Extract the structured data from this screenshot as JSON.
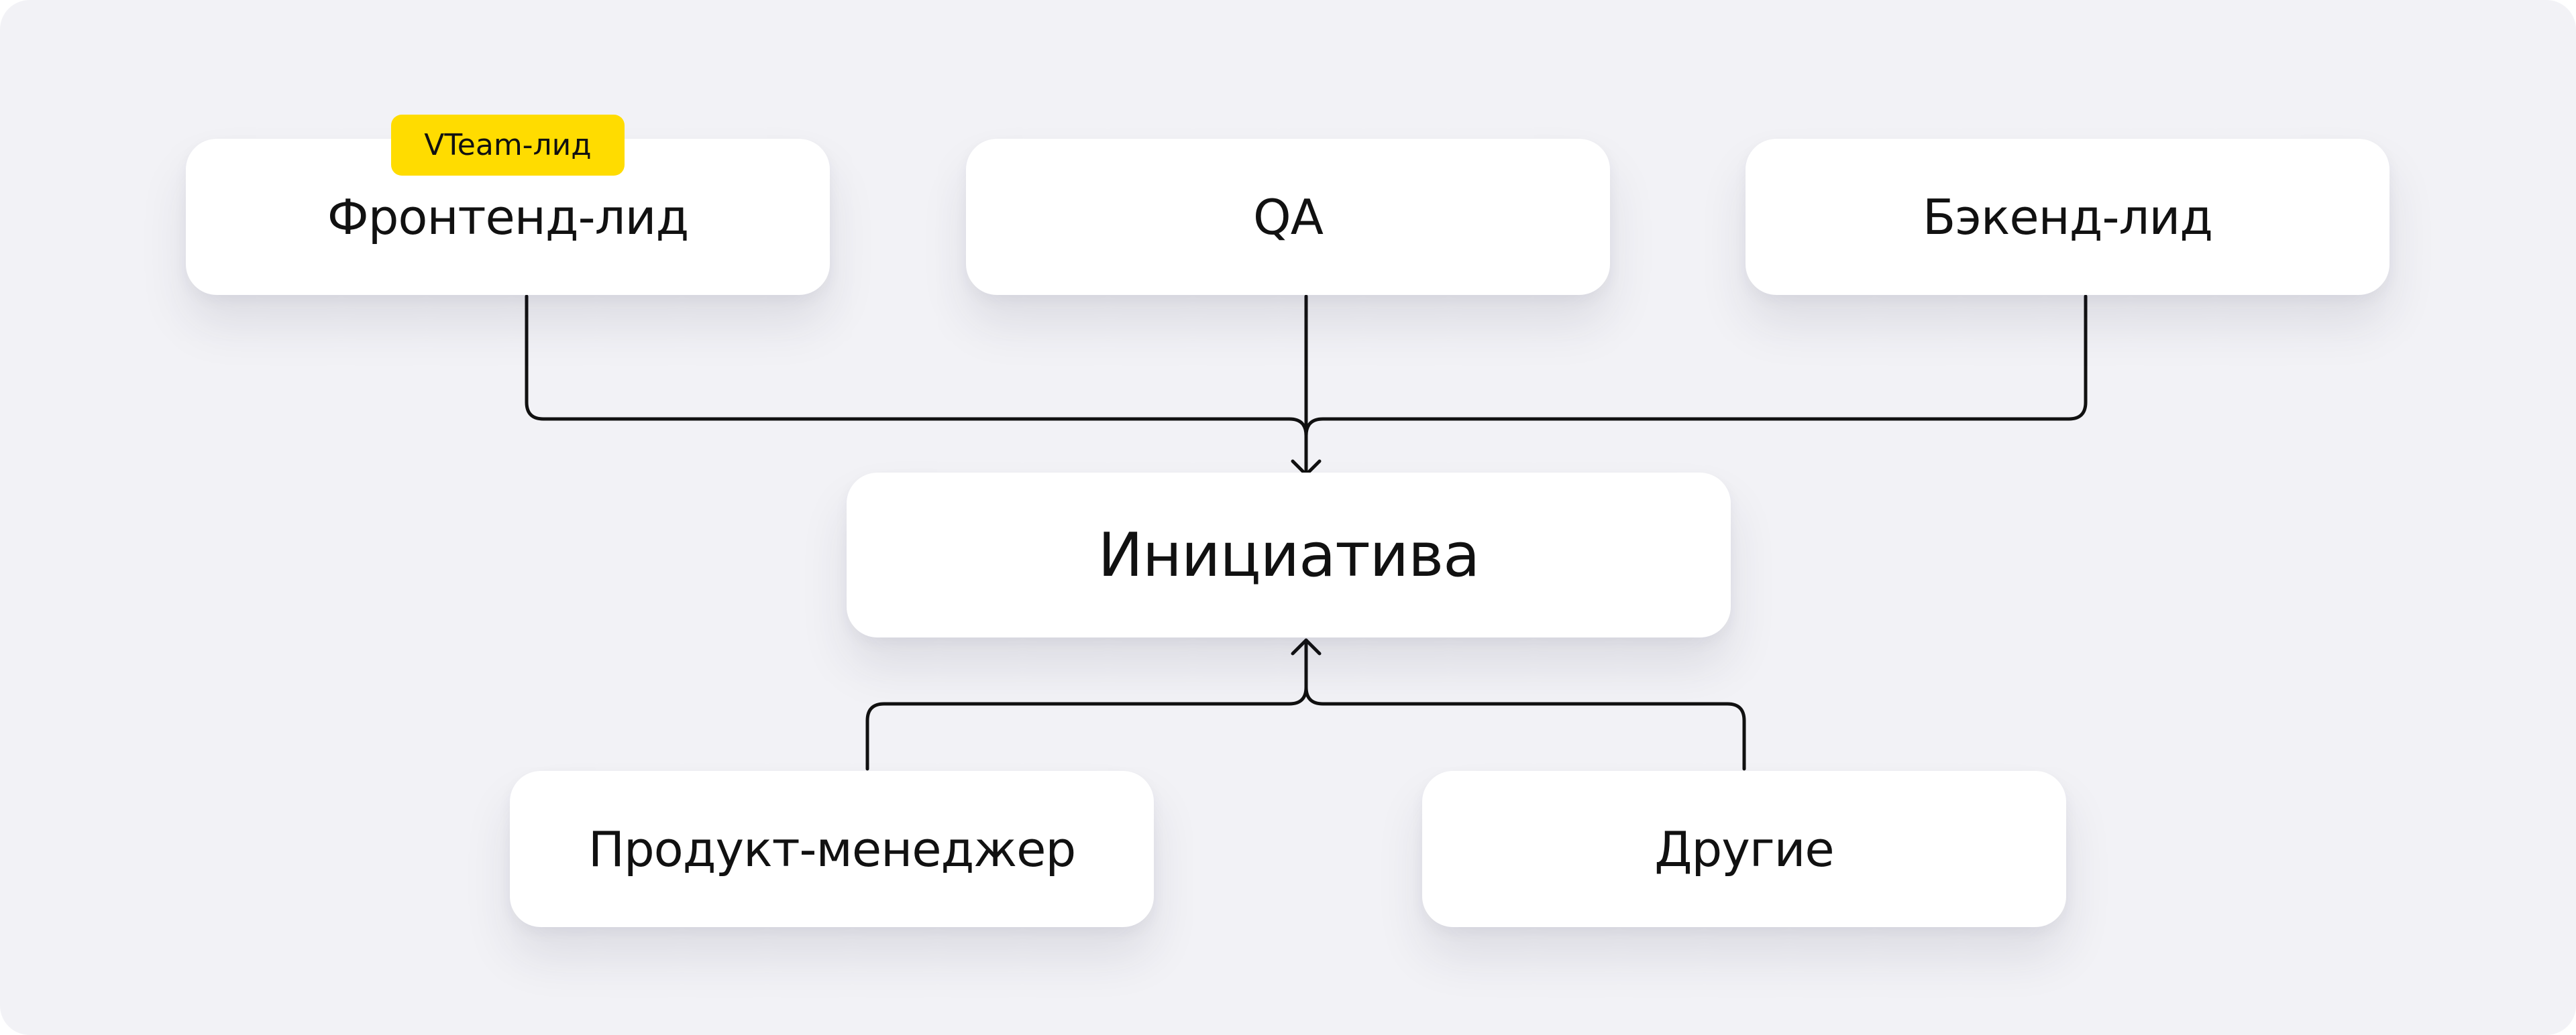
{
  "diagram": {
    "badge": "VTeam-лид",
    "nodes": {
      "frontend_lead": "Фронтенд-лид",
      "qa": "QA",
      "backend_lead": "Бэкенд-лид",
      "initiative": "Инициатива",
      "product_manager": "Продукт-менеджер",
      "others": "Другие"
    },
    "colors": {
      "background": "#f2f2f6",
      "node": "#ffffff",
      "badge": "#ffdc00",
      "line": "#111111"
    }
  }
}
